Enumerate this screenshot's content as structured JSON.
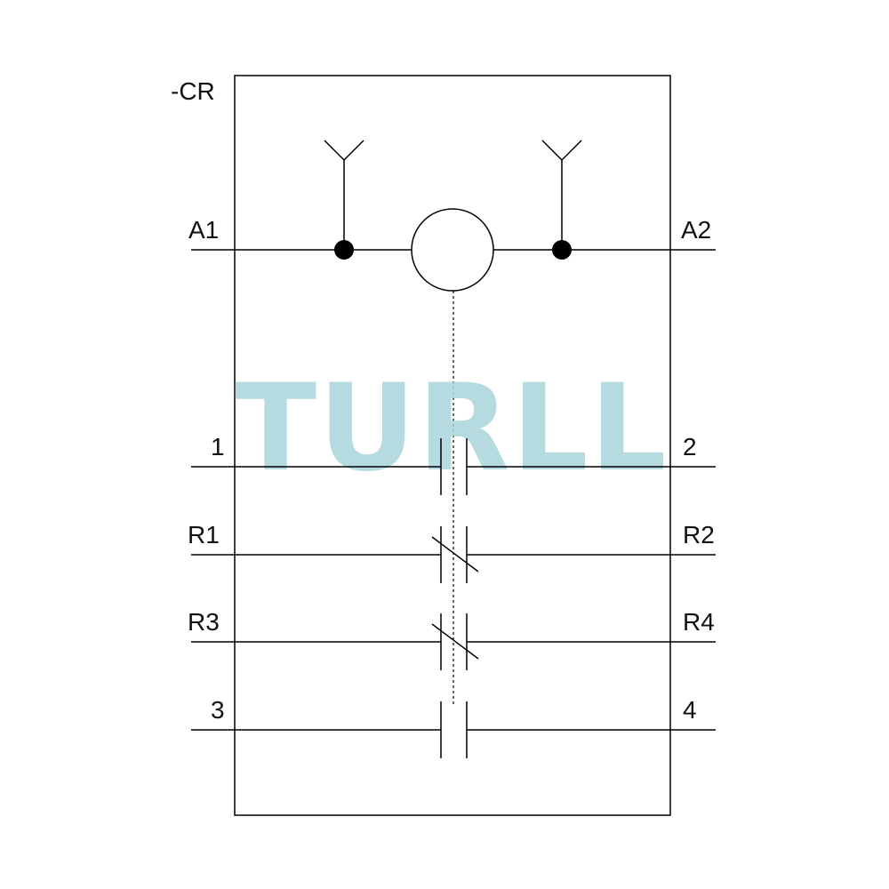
{
  "component": {
    "designation": "-CR",
    "coil_terminals": {
      "left": "A1",
      "right": "A2"
    },
    "contacts": [
      {
        "type": "normally-open",
        "left": "1",
        "right": "2"
      },
      {
        "type": "normally-closed",
        "left": "R1",
        "right": "R2"
      },
      {
        "type": "normally-closed",
        "left": "R3",
        "right": "R4"
      },
      {
        "type": "normally-open",
        "left": "3",
        "right": "4"
      }
    ]
  },
  "watermark": {
    "text": "TURLL",
    "color": "#a9d4da"
  }
}
